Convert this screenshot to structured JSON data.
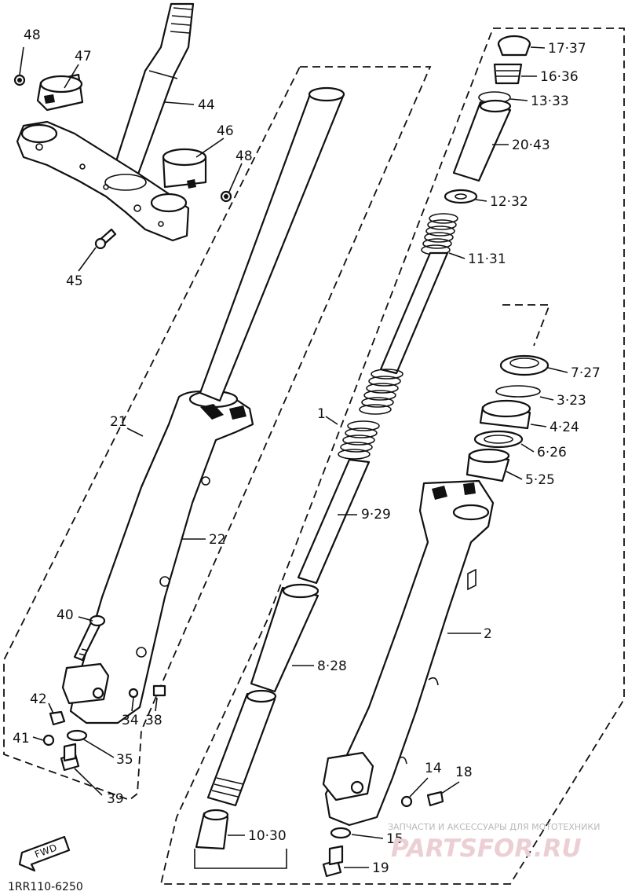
{
  "diagram": {
    "callouts": [
      {
        "id": "48a",
        "text": "48"
      },
      {
        "id": "47",
        "text": "47"
      },
      {
        "id": "44",
        "text": "44"
      },
      {
        "id": "46",
        "text": "46"
      },
      {
        "id": "48b",
        "text": "48"
      },
      {
        "id": "45",
        "text": "45"
      },
      {
        "id": "21",
        "text": "21"
      },
      {
        "id": "22",
        "text": "22"
      },
      {
        "id": "40",
        "text": "40"
      },
      {
        "id": "42",
        "text": "42"
      },
      {
        "id": "41",
        "text": "41"
      },
      {
        "id": "34",
        "text": "34"
      },
      {
        "id": "38",
        "text": "38"
      },
      {
        "id": "35",
        "text": "35"
      },
      {
        "id": "39",
        "text": "39"
      },
      {
        "id": "1",
        "text": "1"
      },
      {
        "id": "9",
        "text": "9·29"
      },
      {
        "id": "8",
        "text": "8·28"
      },
      {
        "id": "10",
        "text": "10·30"
      },
      {
        "id": "17",
        "text": "17·37"
      },
      {
        "id": "16",
        "text": "16·36"
      },
      {
        "id": "13",
        "text": "13·33"
      },
      {
        "id": "20",
        "text": "20·43"
      },
      {
        "id": "12",
        "text": "12·32"
      },
      {
        "id": "11",
        "text": "11·31"
      },
      {
        "id": "7",
        "text": "7·27"
      },
      {
        "id": "3",
        "text": "3·23"
      },
      {
        "id": "4",
        "text": "4·24"
      },
      {
        "id": "6",
        "text": "6·26"
      },
      {
        "id": "5",
        "text": "5·25"
      },
      {
        "id": "2",
        "text": "2"
      },
      {
        "id": "14",
        "text": "14"
      },
      {
        "id": "18",
        "text": "18"
      },
      {
        "id": "15",
        "text": "15"
      },
      {
        "id": "19",
        "text": "19"
      }
    ],
    "fwd_label": "FWD",
    "code": "1RR110-6250"
  },
  "watermark": {
    "caption": "ЗАПЧАСТИ И АКСЕССУАРЫ ДЛЯ МОТОТЕХНИКИ",
    "brand": "PARTSFOR.RU"
  }
}
